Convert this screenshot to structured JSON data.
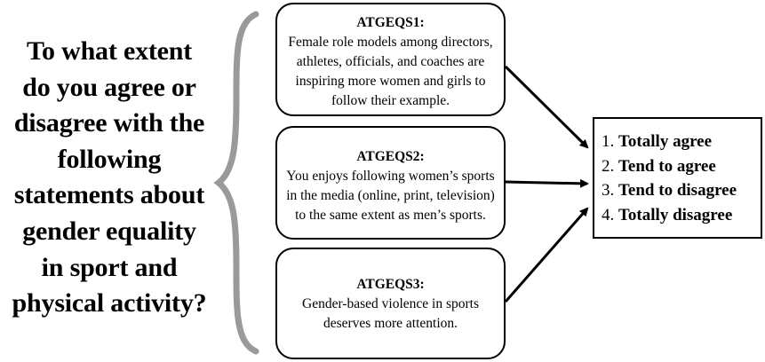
{
  "question": {
    "lines": [
      "To what extent",
      "do you agree or",
      "disagree with the",
      "following",
      "statements about",
      "gender equality",
      "in sport and",
      "physical activity?"
    ]
  },
  "statements": [
    {
      "code": "ATGEQS1:",
      "lines": [
        "Female role models among directors,",
        "athletes, officials, and coaches are",
        "inspiring more women and girls to",
        "follow their example."
      ]
    },
    {
      "code": "ATGEQS2:",
      "lines": [
        "You enjoys following women’s sports",
        "in the media (online, print, television)",
        "to the same extent as men’s sports."
      ]
    },
    {
      "code": "ATGEQS3:",
      "lines": [
        "Gender-based violence in sports",
        "deserves more attention."
      ]
    }
  ],
  "responses": [
    {
      "num": "1.",
      "label": "Totally agree"
    },
    {
      "num": "2.",
      "label": "Tend to agree"
    },
    {
      "num": "3.",
      "label": "Tend to disagree"
    },
    {
      "num": "4.",
      "label": "Totally disagree"
    }
  ],
  "colors": {
    "brace": "#9a9a9a",
    "ink": "#000000"
  }
}
